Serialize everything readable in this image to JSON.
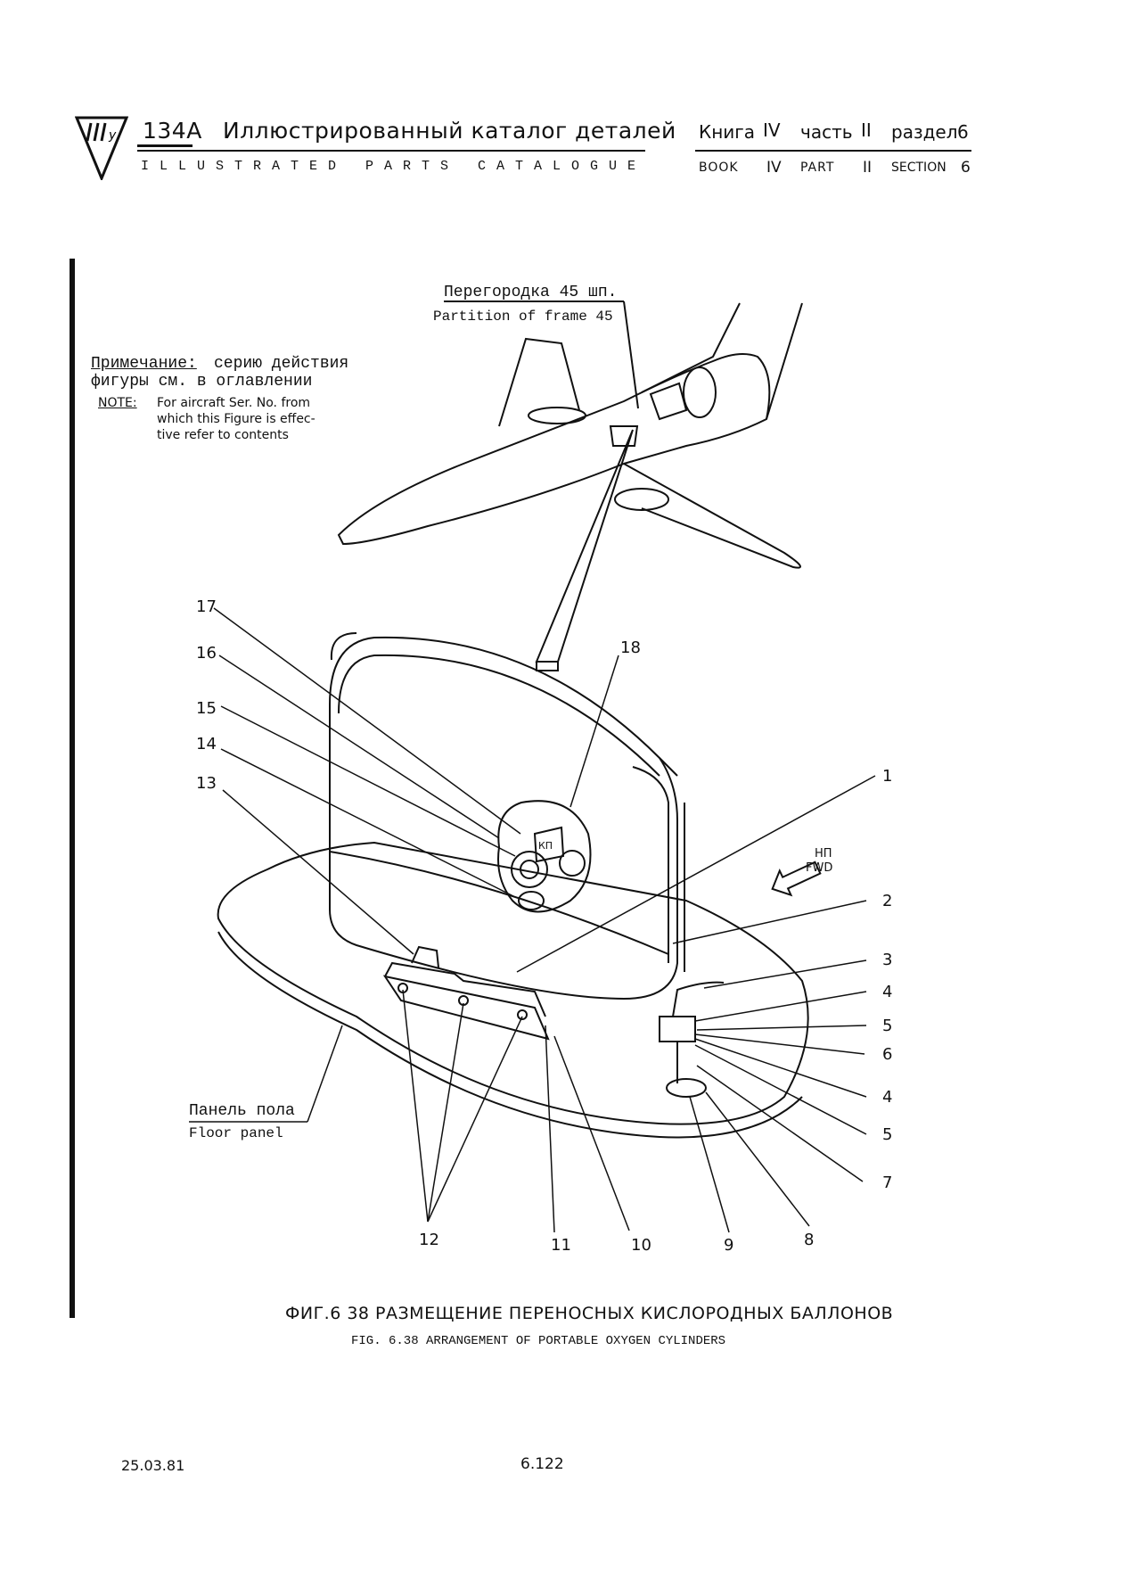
{
  "header": {
    "model": "134A",
    "title_ru": "Иллюстрированный каталог деталей",
    "title_en": "ILLUSTRATED PARTS CATALOGUE",
    "book_ru": "Книга",
    "book_num_ru": "IV",
    "part_ru": "часть",
    "part_num_ru": "II",
    "section_ru": "раздел",
    "section_num_ru": "6",
    "book_en": "BOOK",
    "book_num_en": "IV",
    "part_en": "PART",
    "part_num_en": "II",
    "section_en": "SECTION",
    "section_num_en": "6"
  },
  "note": {
    "label_ru": "Примечание:",
    "text_ru_1": "серию действия",
    "text_ru_2": "фигуры см. в оглавлении",
    "label_en": "NOTE:",
    "text_en_1": "For aircraft Ser. No. from",
    "text_en_2": "which this Figure is effec-",
    "text_en_3": "tive refer to contents"
  },
  "labels": {
    "partition_ru": "Перегородка 45 шп.",
    "partition_en": "Partition of frame 45",
    "floor_ru": "Панель пола",
    "floor_en": "Floor panel",
    "fwd_ru": "НП",
    "fwd_en": "FWD",
    "valve_tag": "КП"
  },
  "callouts": [
    "1",
    "2",
    "3",
    "4",
    "5",
    "6",
    "4",
    "5",
    "7",
    "8",
    "9",
    "10",
    "11",
    "12",
    "13",
    "14",
    "15",
    "16",
    "17",
    "18"
  ],
  "caption": {
    "ru": "ФИГ.6 38 РАЗМЕЩЕНИЕ ПЕРЕНОСНЫХ КИСЛОРОДНЫХ БАЛЛОНОВ",
    "en": "FIG. 6.38 ARRANGEMENT OF PORTABLE OXYGEN CYLINDERS"
  },
  "footer": {
    "date": "25.03.81",
    "page": "6.122"
  }
}
